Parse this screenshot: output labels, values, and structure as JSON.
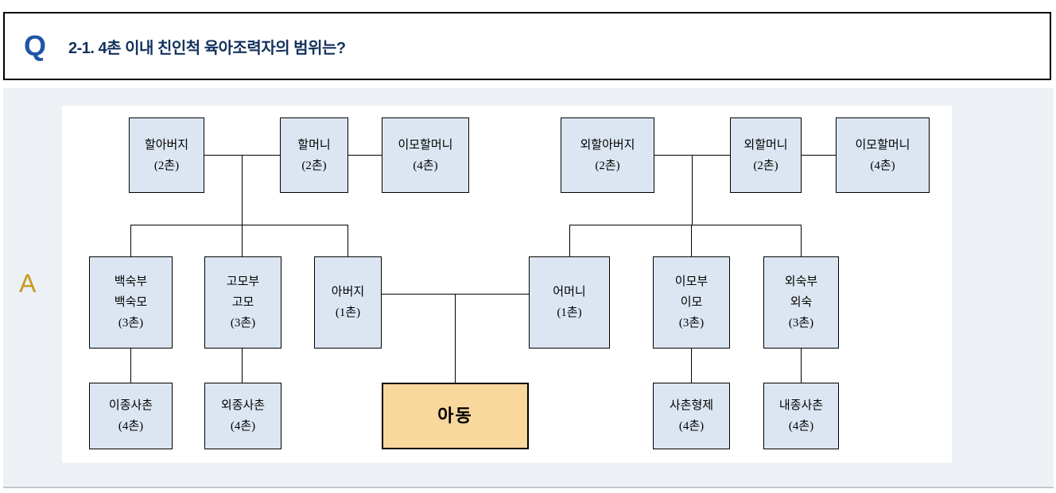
{
  "question": {
    "marker": "Q",
    "text": "2-1. 4촌 이내 친인척 육아조력자의 범위는?"
  },
  "answer": {
    "marker": "A"
  },
  "diagram": {
    "nodes": [
      {
        "id": "paternal-grandfather",
        "lines": [
          "할아버지",
          "(2촌)"
        ]
      },
      {
        "id": "paternal-grandmother",
        "lines": [
          "할머니",
          "(2촌)"
        ]
      },
      {
        "id": "paternal-great-aunt",
        "lines": [
          "이모할머니",
          "(4촌)"
        ]
      },
      {
        "id": "maternal-grandfather",
        "lines": [
          "외할아버지",
          "(2촌)"
        ]
      },
      {
        "id": "maternal-grandmother",
        "lines": [
          "외할머니",
          "(2촌)"
        ]
      },
      {
        "id": "maternal-great-aunt",
        "lines": [
          "이모할머니",
          "(4촌)"
        ]
      },
      {
        "id": "paternal-uncle-couple",
        "lines": [
          "백숙부",
          "백숙모",
          "(3촌)"
        ]
      },
      {
        "id": "paternal-aunt-couple",
        "lines": [
          "고모부",
          "고모",
          "(3촌)"
        ]
      },
      {
        "id": "father",
        "lines": [
          "아버지",
          "(1촌)"
        ]
      },
      {
        "id": "mother",
        "lines": [
          "어머니",
          "(1촌)"
        ]
      },
      {
        "id": "maternal-aunt-couple",
        "lines": [
          "이모부",
          "이모",
          "(3촌)"
        ]
      },
      {
        "id": "maternal-uncle-couple",
        "lines": [
          "외숙부",
          "외숙",
          "(3촌)"
        ]
      },
      {
        "id": "cousin-ijong",
        "lines": [
          "이종사촌",
          "(4촌)"
        ]
      },
      {
        "id": "cousin-oejong",
        "lines": [
          "외종사촌",
          "(4촌)"
        ]
      },
      {
        "id": "child",
        "lines": [
          "아동"
        ],
        "highlight": true
      },
      {
        "id": "cousin-sachon",
        "lines": [
          "사촌형제",
          "(4촌)"
        ]
      },
      {
        "id": "cousin-naejong",
        "lines": [
          "내종사촌",
          "(4촌)"
        ]
      }
    ]
  },
  "colors": {
    "node_fill": "#dce6f2",
    "node_border": "#000000",
    "child_fill": "#f9d89e",
    "child_border": "#000000",
    "q_marker": "#1f55a6",
    "title_text": "#14325c",
    "a_marker": "#c8991d",
    "section_bg": "#edf1f6",
    "panel_bg": "#ffffff",
    "connector": "#000000",
    "divider": "#c2c7cc"
  }
}
